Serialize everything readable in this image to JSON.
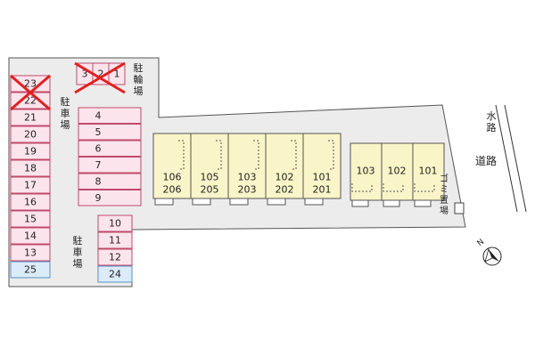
{
  "labels": {
    "parking_upper": "駐車場",
    "parking_lower": "駐車場",
    "bicycle": "駐輪場",
    "garbage": "ゴミ置場",
    "waterway": "水路",
    "road": "道路",
    "north": "N"
  },
  "parking_left": [
    "23",
    "22",
    "21",
    "20",
    "19",
    "18",
    "17",
    "16",
    "15",
    "14",
    "13",
    "25"
  ],
  "parking_middle": [
    "4",
    "5",
    "6",
    "7",
    "8",
    "9"
  ],
  "parking_lower": [
    "10",
    "11",
    "12",
    "24"
  ],
  "bicycle_slots": [
    "3",
    "2",
    "1"
  ],
  "building_a_units": [
    {
      "upper": "106",
      "lower": "206"
    },
    {
      "upper": "105",
      "lower": "205"
    },
    {
      "upper": "103",
      "lower": "203"
    },
    {
      "upper": "102",
      "lower": "202"
    },
    {
      "upper": "101",
      "lower": "201"
    }
  ],
  "building_b_units": [
    "103",
    "102",
    "101"
  ],
  "unavailable": [
    "23",
    "22",
    "3",
    "2",
    "1"
  ],
  "colors": {
    "parking_fill": "#fce4ec",
    "parking_stroke": "#c04a6a",
    "parking_special_fill": "#dcebf8",
    "parking_special_stroke": "#5a8fc4",
    "building_fill": "#faf5c8",
    "lot_fill": "#ececec",
    "cross": "#e02020"
  }
}
